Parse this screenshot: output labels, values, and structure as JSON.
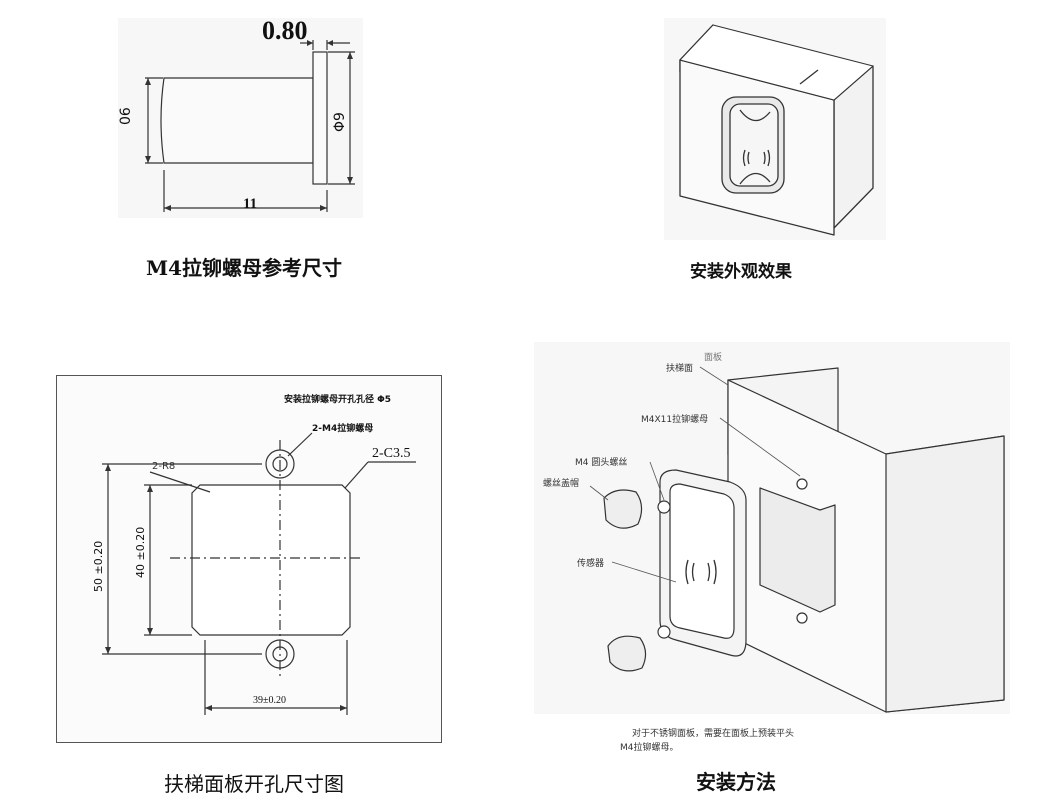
{
  "panel1": {
    "caption": "M4拉铆螺母参考尺寸",
    "dim_flange": "0.80",
    "dim_length": "11",
    "dim_body": "06",
    "dim_flange_dia": "Φ9"
  },
  "panel2": {
    "caption": "安装外观效果"
  },
  "panel3": {
    "caption": "扶梯面板开孔尺寸图",
    "note_hole": "安装拉铆螺母开孔孔径 Φ5",
    "label_nut": "2-M4拉铆螺母",
    "label_radius": "2-R8",
    "label_chamfer": "2-C3.5",
    "dim_outer_height": "50 ±0.20",
    "dim_inner_height": "40 ±0.20",
    "dim_width": "39±0.20"
  },
  "panel4": {
    "caption": "安装方法",
    "label_face": "扶梯面",
    "label_panel": "面板",
    "label_nut": "M4X11拉铆螺母",
    "label_screw": "M4  圆头螺丝",
    "label_cap": "螺丝盖帽",
    "label_sensor": "传感器",
    "note_line1": "对于不锈钢面板，需要在面板上预装平头",
    "note_line2": "M4拉铆螺母。"
  }
}
